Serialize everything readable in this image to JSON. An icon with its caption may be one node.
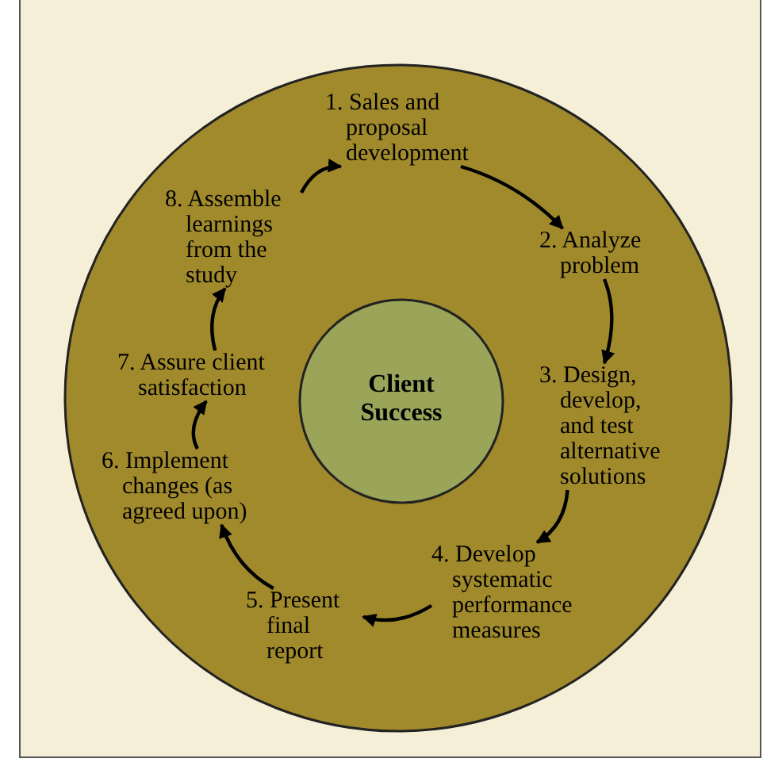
{
  "diagram": {
    "nodes": [
      {
        "text": [],
        "shape": "circle"
      },
      {
        "text": [
          "1. Sales and proposal development"
        ],
        "in": 0
      },
      {
        "text": [
          "2. Analyze problem"
        ],
        "in": 0
      },
      {
        "text": [
          "3. Design, develop, and test alternative solutions"
        ],
        "in": 0
      },
      {
        "text": [
          "4. Develop systematic performance measures"
        ],
        "in": 0
      },
      {
        "text": [
          "5. Present final report"
        ],
        "in": 0
      },
      {
        "text": [
          "6. Implement changes (as agreed upon)"
        ],
        "in": 0
      },
      {
        "text": [
          "7. Assure client satisfaction"
        ],
        "in": 0
      },
      {
        "text": [
          "8. Assemble learnings from the study"
        ],
        "in": 0
      },
      {
        "text": [
          "Client Success"
        ],
        "in": 0
      }
    ],
    "edges": [
      {
        "from": 1,
        "to": 2,
        "arrow": "to"
      },
      {
        "from": 2,
        "to": 3,
        "arrow": "to"
      },
      {
        "from": 3,
        "to": 4,
        "arrow": "to"
      },
      {
        "from": 4,
        "to": 5,
        "arrow": "to"
      },
      {
        "from": 5,
        "to": 6,
        "arrow": "to"
      },
      {
        "from": 6,
        "to": 7,
        "arrow": "to"
      },
      {
        "from": 7,
        "to": 8,
        "arrow": "to"
      },
      {
        "from": 8,
        "to": 1,
        "arrow": "to"
      }
    ]
  }
}
